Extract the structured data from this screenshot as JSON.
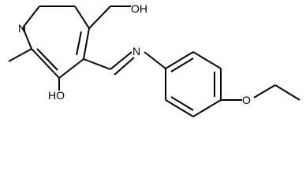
{
  "molecule": {
    "atom_labels": {
      "pyridine_n": "N",
      "hydroxymethyl_oh": "OH",
      "ring_oh": "HO",
      "imine_n": "N",
      "ether_o": "O"
    }
  }
}
